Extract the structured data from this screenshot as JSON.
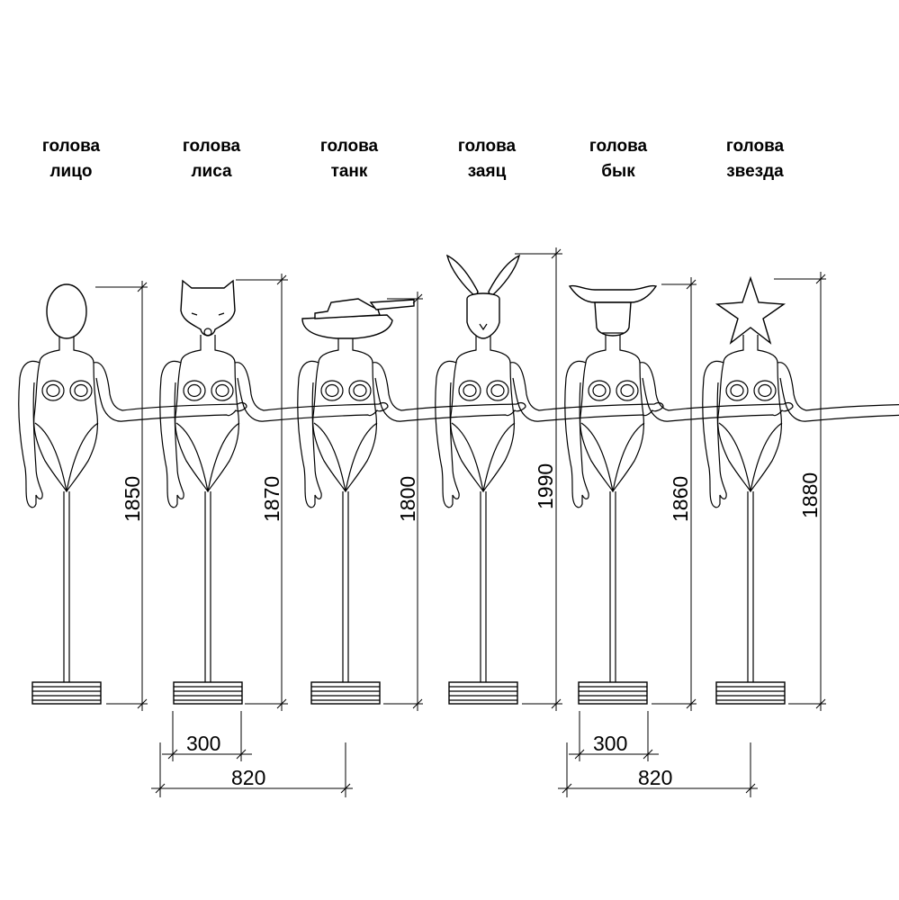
{
  "mannequins": [
    {
      "head_type": "голова",
      "head_name": "лицо",
      "height": "1850"
    },
    {
      "head_type": "голова",
      "head_name": "лиса",
      "height": "1870"
    },
    {
      "head_type": "голова",
      "head_name": "танк",
      "height": "1800"
    },
    {
      "head_type": "голова",
      "head_name": "заяц",
      "height": "1990"
    },
    {
      "head_type": "голова",
      "head_name": "бык",
      "height": "1860"
    },
    {
      "head_type": "голова",
      "head_name": "звезда",
      "height": "1880"
    }
  ],
  "base_width_left": "300",
  "span_left": "820",
  "base_width_right": "300",
  "span_right": "820",
  "colors": {
    "line": "#000000",
    "background": "#ffffff"
  }
}
